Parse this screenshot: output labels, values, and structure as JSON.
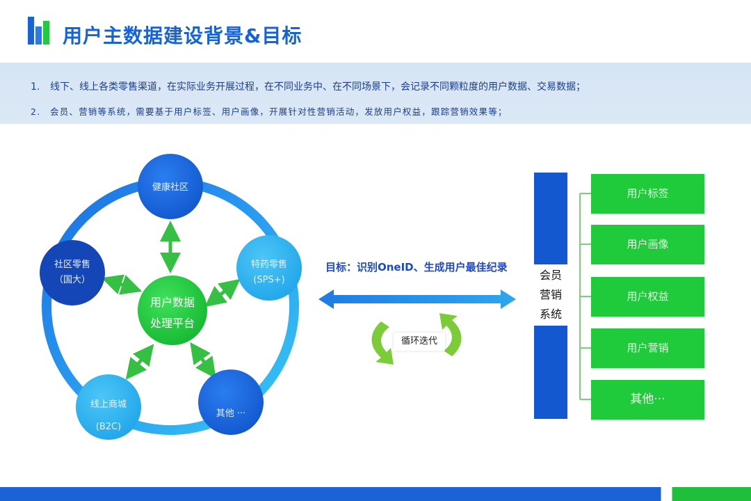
{
  "header": {
    "title": "用户主数据建设背景&目标",
    "logo_icon": "bar-chart-logo-icon"
  },
  "notes": [
    {
      "num": "1.",
      "text": "线下、线上各类零售渠道，在实际业务开展过程，在不同业务中、在不同场景下，会记录不同颗粒度的用户数据、交易数据；"
    },
    {
      "num": "2.",
      "text": "会员、营销等系统，需要基于用户标签、用户画像，开展针对性营销活动，发放用户权益，跟踪营销效果等；"
    }
  ],
  "diagram": {
    "center": {
      "line1": "用户数据",
      "line2": "处理平台"
    },
    "nodes": [
      {
        "line1": "健康社区",
        "line2": ""
      },
      {
        "line1": "特药零售",
        "line2": "(SPS+)"
      },
      {
        "line1": "其他 ···",
        "line2": ""
      },
      {
        "line1": "线上商城",
        "line2": "(B2C)"
      },
      {
        "line1": "社区零售",
        "line2": "（国大）"
      }
    ],
    "goal": "目标：识别OneID、生成用户最佳纪录",
    "loop": "循环迭代",
    "system": {
      "line1": "会员",
      "line2": "营销",
      "line3": "系统"
    },
    "tags": [
      "用户标签",
      "用户画像",
      "用户权益",
      "用户营销",
      "其他···"
    ]
  },
  "colors": {
    "title": "#1463d8",
    "primary_blue": "#1358cf",
    "green": "#1fcb3b",
    "light_blue": "#29b6f0"
  }
}
